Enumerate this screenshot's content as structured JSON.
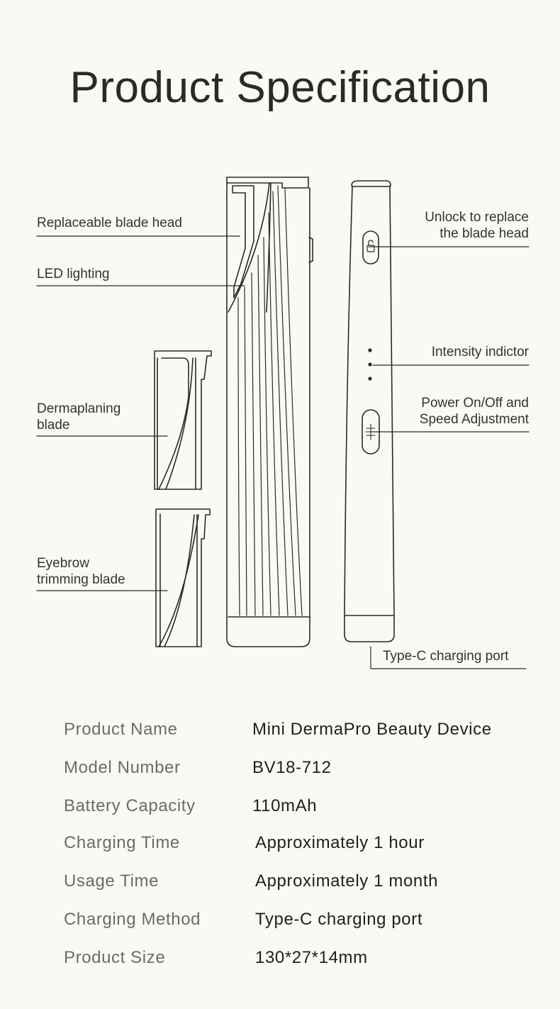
{
  "title": "Product Specification",
  "callouts": {
    "blade_head": "Replaceable blade head",
    "led": "LED lighting",
    "dermaplaning": "Dermaplaning\nblade",
    "eyebrow": "Eyebrow\ntrimming blade",
    "unlock": "Unlock to replace\nthe blade head",
    "intensity": "Intensity indictor",
    "power": "Power On/Off and\nSpeed Adjustment",
    "typec": "Type-C charging port"
  },
  "specs": [
    {
      "label": "Product Name",
      "value": "Mini DermaPro Beauty Device"
    },
    {
      "label": "Model Number",
      "value": "BV18-712"
    },
    {
      "label": "Battery Capacity",
      "value": "110mAh"
    },
    {
      "label": "Charging Time",
      "value": "Approximately 1 hour"
    },
    {
      "label": "Usage Time",
      "value": "Approximately 1 month"
    },
    {
      "label": "Charging Method",
      "value": "Type-C charging port"
    },
    {
      "label": "Product Size",
      "value": "130*27*14mm"
    }
  ],
  "colors": {
    "background": "#fbf9f3",
    "line": "#2a2a2a"
  },
  "icons": {
    "unlock": "unlock-icon",
    "power": "power-icon"
  }
}
